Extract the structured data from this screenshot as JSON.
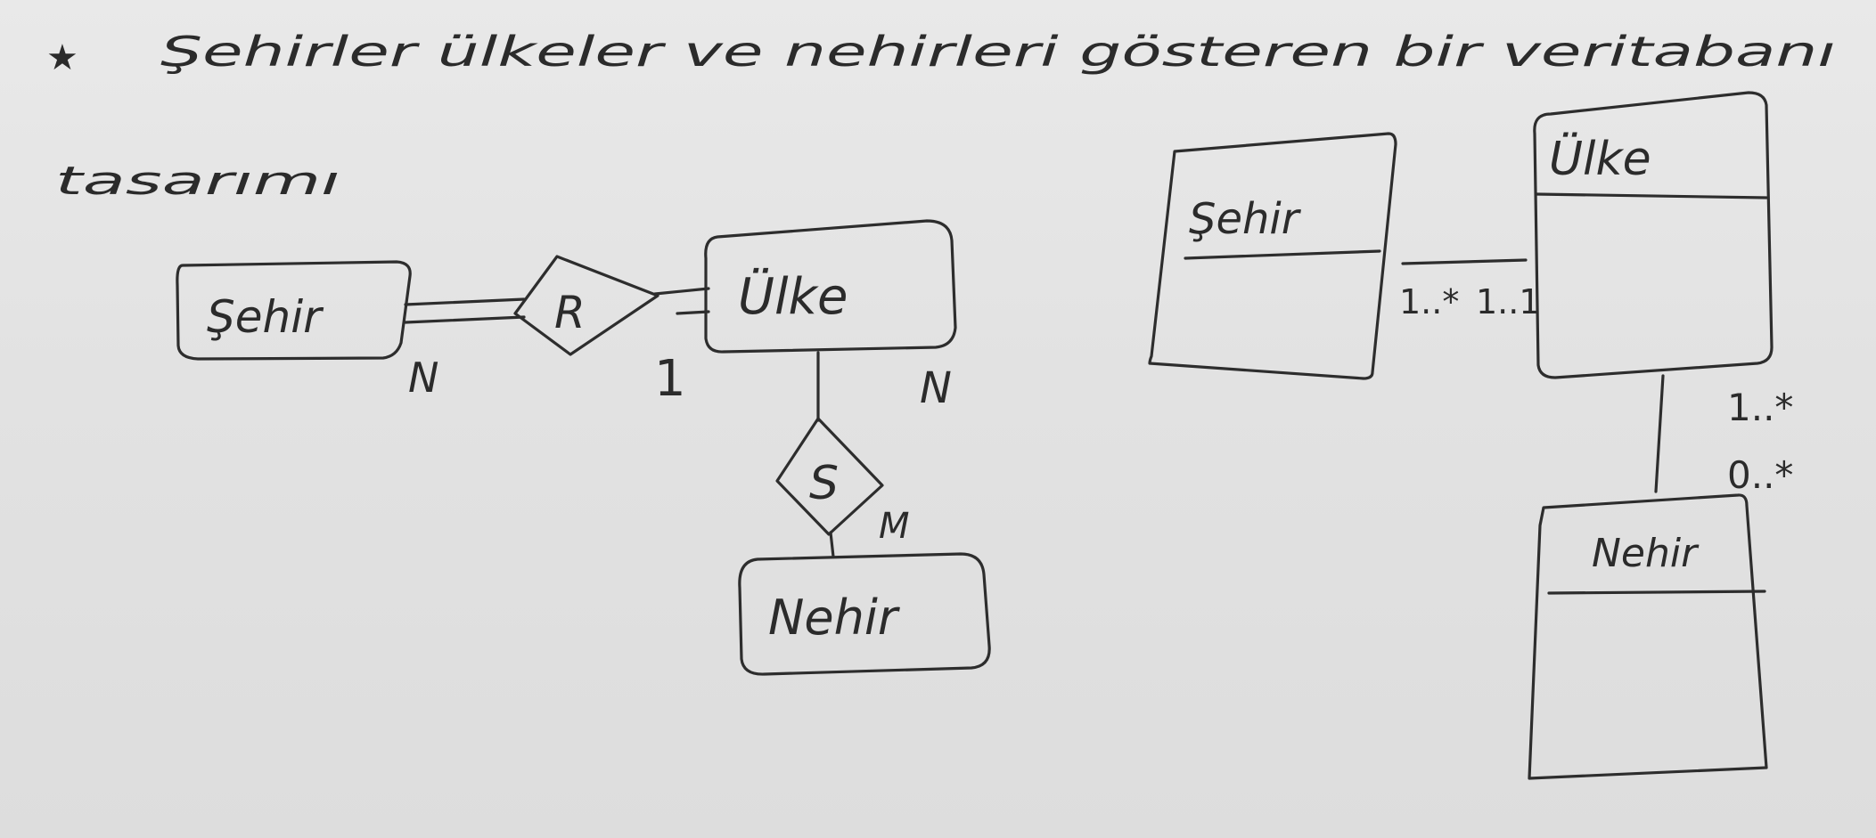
{
  "heading": {
    "star": "★",
    "line1": "Şehirler ülkeler ve nehirleri gösteren bir veritabanı",
    "line2": "tasarımı"
  },
  "er_diagram": {
    "entities": {
      "sehir": "Şehir",
      "ulke": "Ülke",
      "nehir": "Nehir"
    },
    "relationships": {
      "r": "R",
      "s": "S"
    },
    "cardinalities": {
      "sehir_r": "N",
      "r_ulke": "1",
      "ulke_s": "N",
      "s_nehir": "M"
    }
  },
  "uml_diagram": {
    "classes": {
      "sehir": "Şehir",
      "ulke": "Ülke",
      "nehir": "Nehir"
    },
    "multiplicities": {
      "sehir_ulke_left": "1..*",
      "sehir_ulke_right": "1..1",
      "ulke_nehir_top": "1..*",
      "ulke_nehir_bottom": "0..*"
    }
  }
}
